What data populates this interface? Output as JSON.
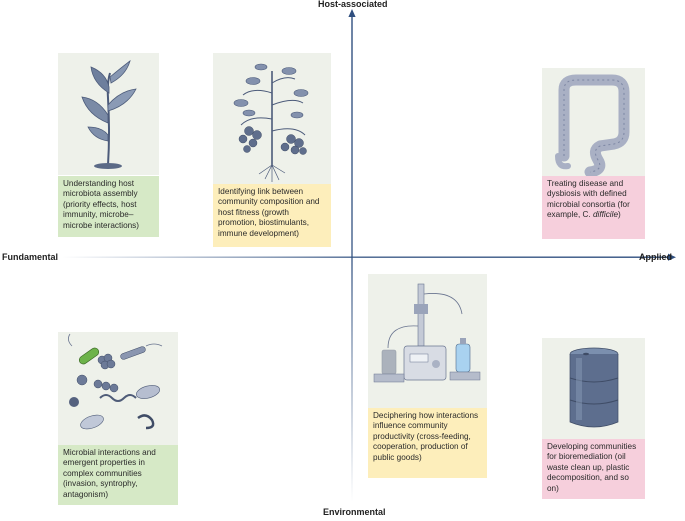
{
  "axes": {
    "top": "Host-associated",
    "bottom": "Environmental",
    "left": "Fundamental",
    "right": "Applied"
  },
  "cards": {
    "sapling": {
      "icon": "sapling-icon",
      "text": "Understanding host microbiota assembly (priority effects, host immunity, microbe–microbe interactions)"
    },
    "tomato": {
      "icon": "tomato-plant-icon",
      "text": "Identifying link between community composition and host fitness (growth promotion, biostimulants, immune development)"
    },
    "colon": {
      "icon": "colon-icon",
      "text_before": "Treating disease and dysbiosis with defined microbial consortia (for example, C. ",
      "text_italic": "difficile",
      "text_after": ")"
    },
    "microbes": {
      "icon": "microbes-icon",
      "text": "Microbial interactions and emergent properties in complex communities (invasion, syntrophy, antagonism)"
    },
    "bioreactor": {
      "icon": "bioreactor-icon",
      "text": "Deciphering how interactions influence community productivity (cross-feeding, cooperation, production of public goods)"
    },
    "barrel": {
      "icon": "oil-barrel-icon",
      "text": "Developing communities for bioremediation (oil waste clean up, plastic decomposition, and so on)"
    }
  },
  "colors": {
    "axis": "#2f4f7f",
    "green_caption": "#d6e9c6",
    "yellow_caption": "#fdeebb",
    "pink_caption": "#f6cfdc",
    "illustration_bg": "#eef1ea"
  }
}
